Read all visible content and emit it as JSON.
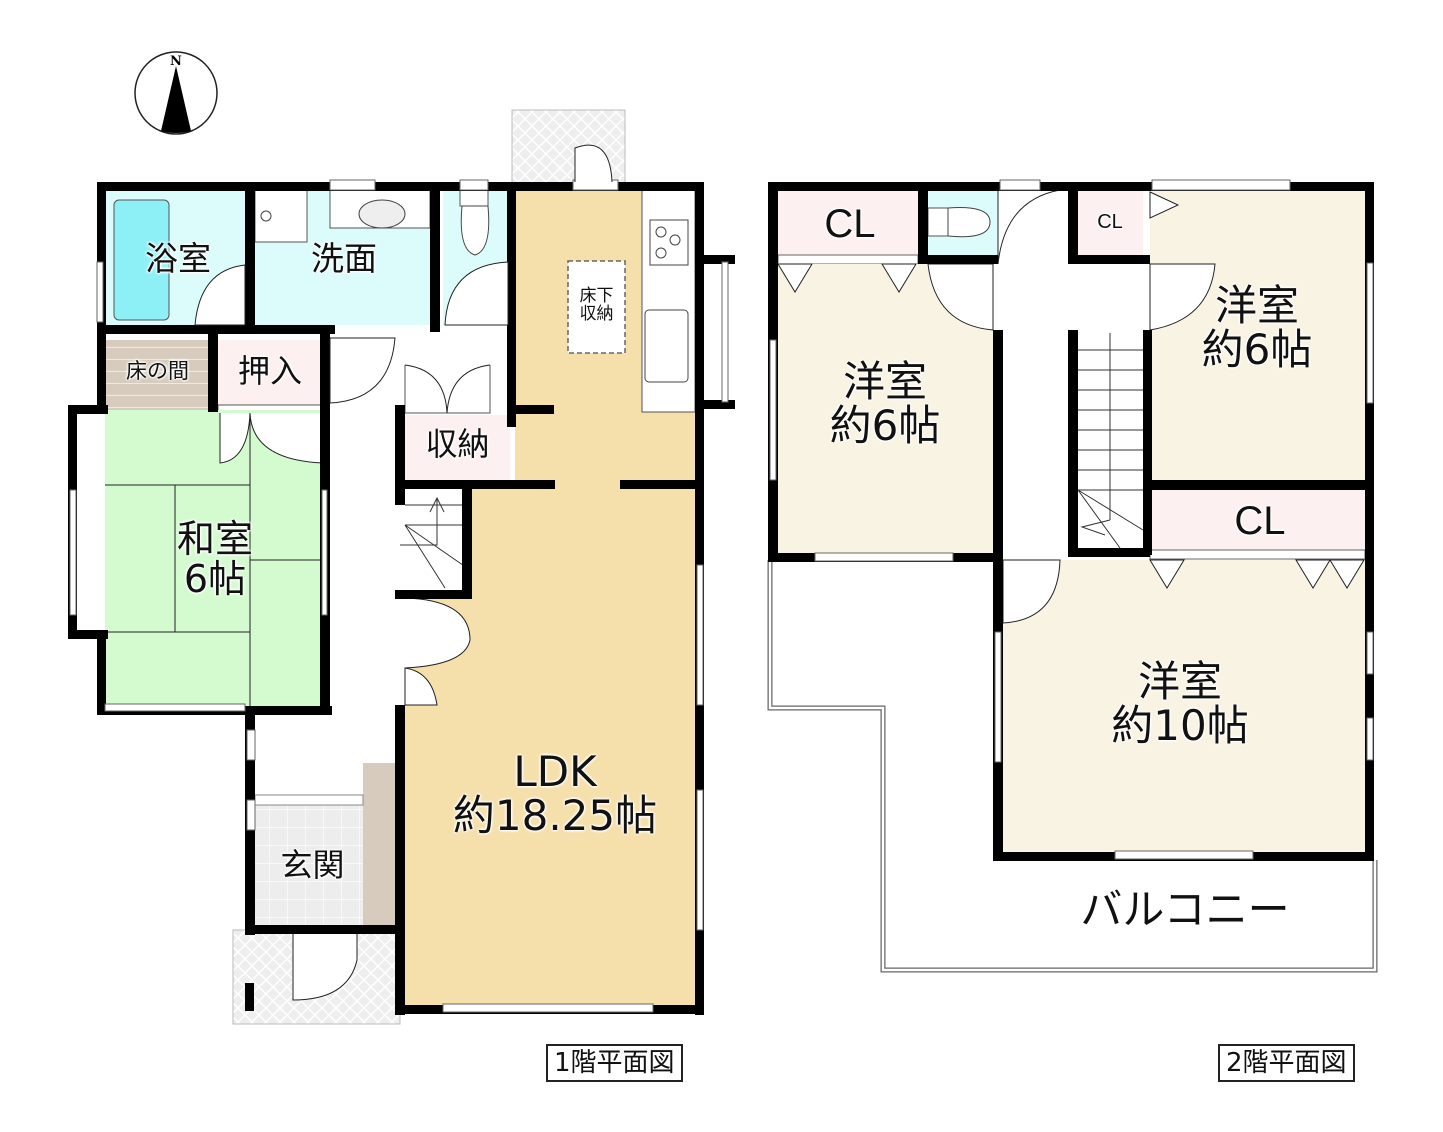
{
  "compass": {
    "north_label": "N"
  },
  "floor1": {
    "caption": "1階平面図",
    "rooms": {
      "bath": "浴室",
      "washroom": "洗面",
      "tokonoma": "床の間",
      "oshiire": "押入",
      "washitsu": "和室\n6帖",
      "storage": "収納",
      "underfloor_storage": "床下\n収納",
      "ldk": "LDK\n約18.25帖",
      "entrance": "玄関"
    }
  },
  "floor2": {
    "caption": "2階平面図",
    "rooms": {
      "cl_top_left": "CL",
      "cl_small": "CL",
      "cl_right": "CL",
      "western_room_left": "洋室\n約6帖",
      "western_room_right": "洋室\n約6帖",
      "western_room_large": "洋室\n約10帖",
      "balcony": "バルコニー"
    }
  },
  "colors": {
    "wall": "#000000",
    "bath_fill": "#dcfbfb",
    "tub_fill": "#8ef0f7",
    "tatami_fill": "#d4fad0",
    "tokonoma_fill": "#d6cbbd",
    "closet_fill": "#fdf0f0",
    "ldk_fill": "#f5dfab",
    "western_fill": "#f9f3e3",
    "tile_fill": "#ececec"
  }
}
